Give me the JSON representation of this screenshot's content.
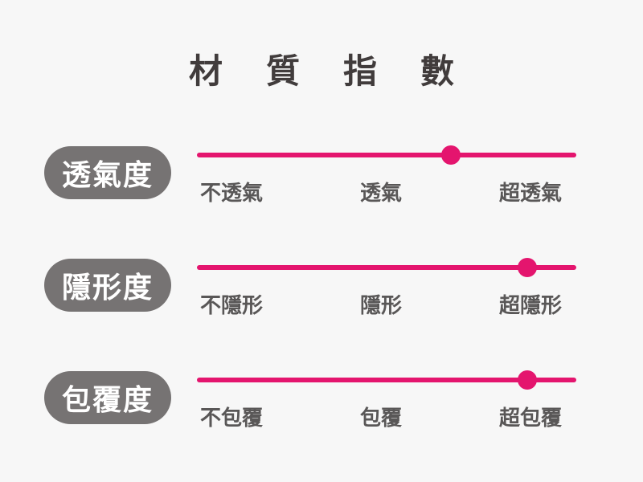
{
  "title": "材質指數",
  "colors": {
    "background": "#F7F7F7",
    "accent": "#E4156E",
    "pill": "#767373",
    "pill_text": "#FFFFFF",
    "title_text": "#413C3C",
    "tick_text": "#595757"
  },
  "rows": [
    {
      "label": "透氣度",
      "value_percent": 67,
      "ticks": [
        "不透氣",
        "透氣",
        "超透氣"
      ]
    },
    {
      "label": "隱形度",
      "value_percent": 87,
      "ticks": [
        "不隱形",
        "隱形",
        "超隱形"
      ]
    },
    {
      "label": "包覆度",
      "value_percent": 87,
      "ticks": [
        "不包覆",
        "包覆",
        "超包覆"
      ]
    }
  ],
  "chart_data": {
    "type": "scatter",
    "title": "材質指數",
    "categories": [
      "透氣度",
      "隱形度",
      "包覆度"
    ],
    "values_percent": [
      67,
      87,
      87
    ],
    "scale": {
      "xlim": [
        0,
        100
      ],
      "tick_positions_percent": [
        0,
        50,
        100
      ],
      "tick_labels_per_row": [
        [
          "不透氣",
          "透氣",
          "超透氣"
        ],
        [
          "不隱形",
          "隱形",
          "超隱形"
        ],
        [
          "不包覆",
          "包覆",
          "超包覆"
        ]
      ]
    },
    "legend": false,
    "grid": false,
    "marker": "dot-on-line"
  }
}
